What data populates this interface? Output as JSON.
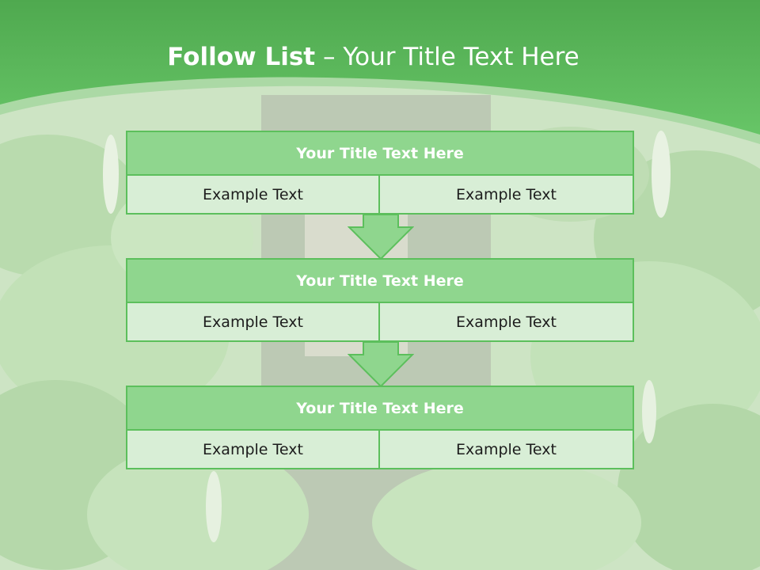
{
  "slide": {
    "title_bold": "Follow List",
    "title_rest": " – Your Title Text Here"
  },
  "steps": [
    {
      "title": "Your Title Text Here",
      "left": "Example Text",
      "right": "Example Text"
    },
    {
      "title": "Your Title Text Here",
      "left": "Example Text",
      "right": "Example Text"
    },
    {
      "title": "Your Title Text Here",
      "left": "Example Text",
      "right": "Example Text"
    }
  ],
  "colors": {
    "header_green": "#5cbc5c",
    "title_fill": "#8fd68e",
    "cell_fill": "#d8eed6",
    "border": "#5cbf5c",
    "arrow_fill": "#8fd68e"
  },
  "icons": [
    "down-arrow-icon"
  ]
}
